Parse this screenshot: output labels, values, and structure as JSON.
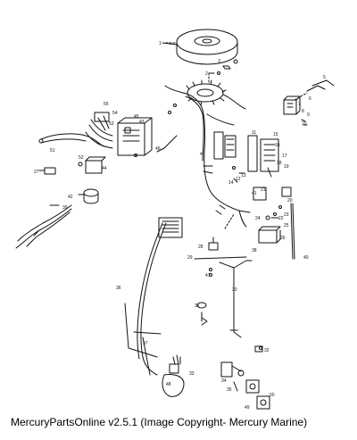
{
  "caption": "MercuryPartsOnline v2.5.1 (Image Copyright- Mercury Marine)",
  "callouts": {
    "c1": "1",
    "c2": "2",
    "c3": "3",
    "c4": "4",
    "c5": "5",
    "c6": "6",
    "c7": "7",
    "c8": "8",
    "c9": "9",
    "c10": "10",
    "c11": "11",
    "c12": "12",
    "c13": "13",
    "c14": "14",
    "c15": "15",
    "c16": "16",
    "c17": "17",
    "c18": "18",
    "c19": "19",
    "c20": "20",
    "c21": "21",
    "c22": "22",
    "c23": "23",
    "c24": "24",
    "c25": "25",
    "c26": "26",
    "c27": "27",
    "c28": "28",
    "c29": "29",
    "c30": "30",
    "c31": "31",
    "c32": "32",
    "c33": "33",
    "c34": "34",
    "c35": "35",
    "c36": "36",
    "c37": "37",
    "c38": "38",
    "c39": "39",
    "c40": "40",
    "c41": "41",
    "c42": "42",
    "c43": "43",
    "c44": "44",
    "c45": "45",
    "c46": "46",
    "c47": "47",
    "c48": "48",
    "c49": "49",
    "c50": "50",
    "c51": "51",
    "c52": "52",
    "c53": "53",
    "c54": "54",
    "c55": "55"
  }
}
